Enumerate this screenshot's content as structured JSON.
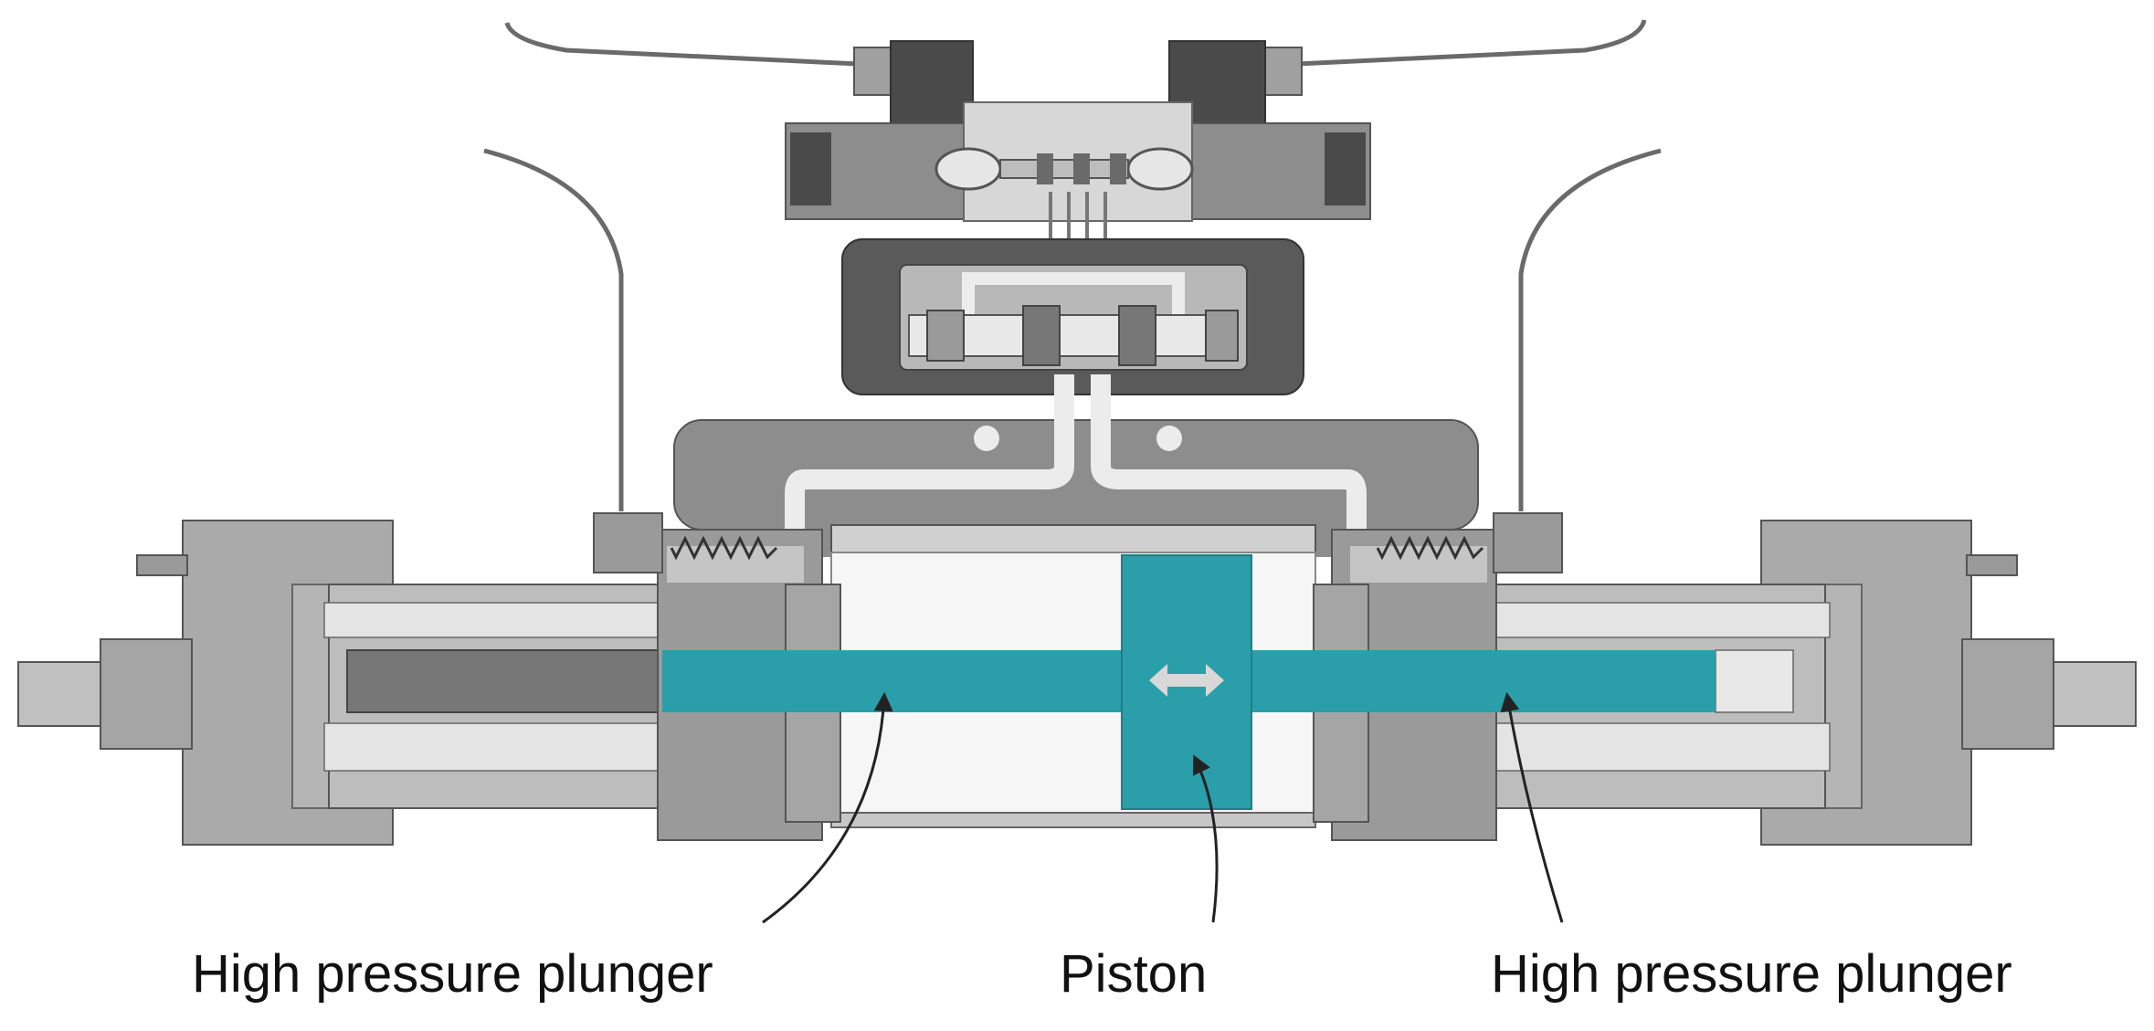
{
  "labels": {
    "left": "High pressure plunger",
    "center": "Piston",
    "right": "High pressure plunger"
  },
  "colors": {
    "plunger": "#2a9ea9",
    "housing_dark": "#8d8d8d",
    "housing_mid": "#adadad",
    "housing_light": "#cfcfcf",
    "channel": "#ececec",
    "cylinder": "#f6f6f6",
    "outline": "#5a5a5a",
    "arrow_glyph": "#d8d8d8",
    "leader": "#222222"
  },
  "icons": {
    "piston_motion": "double-headed-arrow-icon"
  }
}
